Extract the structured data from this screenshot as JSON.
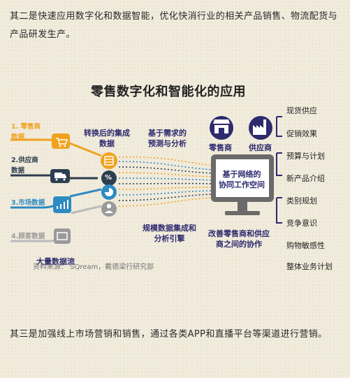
{
  "paragraphs": {
    "p1": "其二是快速应用数字化和数据智能，优化快消行业的相关产品销售、物流配货与产品研发生产。",
    "p2": "其三是加强线上市场营销和销售，通过各类APP和直播平台等渠道进行营销。"
  },
  "infographic": {
    "title": "零售数字化和智能化的应用",
    "sources": [
      {
        "lines": [
          "1. 零售商",
          "数据"
        ],
        "color": "#f0a21e"
      },
      {
        "lines": [
          "2.供应商",
          "数据"
        ],
        "color": "#2d3e50"
      },
      {
        "lines": [
          "3.市场数据"
        ],
        "color": "#2e8bc2"
      },
      {
        "lines": [
          "4.顾客数据"
        ],
        "color": "#9a9a9a"
      }
    ],
    "stream_label": "大量数据流",
    "labels": {
      "converted": [
        "转换后的集成",
        "数据"
      ],
      "forecast": [
        "基于需求的",
        "预测与分析"
      ],
      "engine": [
        "规模数据集成和",
        "分析引擎"
      ],
      "improve": [
        "改善零售商和供应",
        "商之间的协作"
      ],
      "monitor": [
        "基于网络的",
        "协同工作空间"
      ],
      "retailer": "零售商",
      "supplier": "供应商"
    },
    "center_symbols": {
      "percent": "%"
    },
    "right_list": [
      "现货供应",
      "促销效果",
      "预算与计划",
      "新产品介绍",
      "类别规划",
      "竞争意识",
      "购物敏感性",
      "整体业务计划"
    ],
    "source_note": "资料来源： SQream，戴德梁行研究部",
    "colors": {
      "navy": "#2d2a6e",
      "orange": "#f0a21e",
      "blue": "#2e8bc2",
      "grey": "#9a9a9a",
      "dark": "#2d3e50"
    }
  }
}
